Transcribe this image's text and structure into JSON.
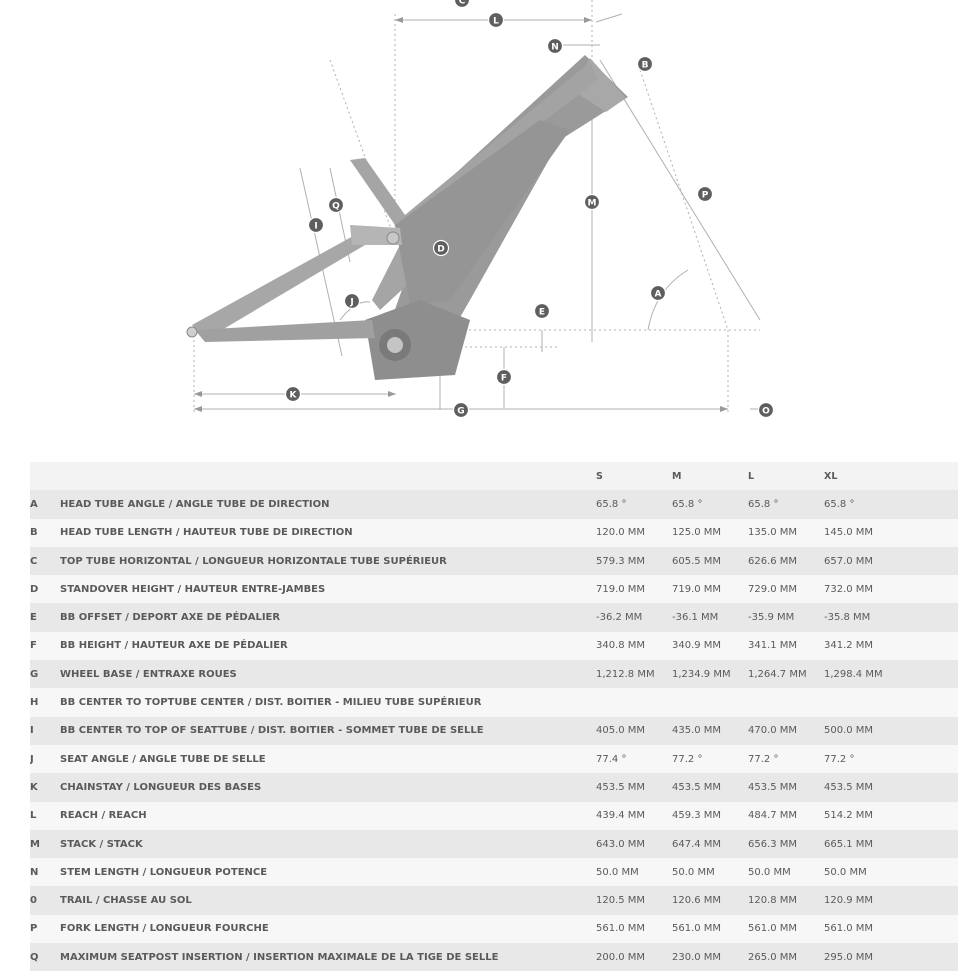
{
  "labels": [
    "A",
    "B",
    "C",
    "D",
    "E",
    "F",
    "G",
    "I",
    "J",
    "K",
    "L",
    "M",
    "N",
    "O",
    "P",
    "Q"
  ],
  "table": {
    "header": {
      "code": "",
      "description": "",
      "sizes": [
        "S",
        "M",
        "L",
        "XL"
      ]
    },
    "rows": [
      {
        "code": "A",
        "description": "HEAD TUBE ANGLE / ANGLE TUBE DE DIRECTION",
        "values": [
          "65.8 °",
          "65.8 °",
          "65.8 °",
          "65.8 °"
        ]
      },
      {
        "code": "B",
        "description": "HEAD TUBE LENGTH / HAUTEUR TUBE DE DIRECTION",
        "values": [
          "120.0 MM",
          "125.0 MM",
          "135.0 MM",
          "145.0 MM"
        ]
      },
      {
        "code": "C",
        "description": "TOP TUBE HORIZONTAL / LONGUEUR HORIZONTALE TUBE SUPÉRIEUR",
        "values": [
          "579.3 MM",
          "605.5 MM",
          "626.6 MM",
          "657.0 MM"
        ]
      },
      {
        "code": "D",
        "description": "STANDOVER HEIGHT / HAUTEUR ENTRE-JAMBES",
        "values": [
          "719.0 MM",
          "719.0 MM",
          "729.0 MM",
          "732.0 MM"
        ]
      },
      {
        "code": "E",
        "description": "BB OFFSET / DEPORT AXE DE PÉDALIER",
        "values": [
          "-36.2 MM",
          "-36.1 MM",
          "-35.9 MM",
          "-35.8 MM"
        ]
      },
      {
        "code": "F",
        "description": "BB HEIGHT / HAUTEUR AXE DE PÉDALIER",
        "values": [
          "340.8 MM",
          "340.9 MM",
          "341.1 MM",
          "341.2 MM"
        ]
      },
      {
        "code": "G",
        "description": "WHEEL BASE / ENTRAXE ROUES",
        "values": [
          "1,212.8 MM",
          "1,234.9 MM",
          "1,264.7 MM",
          "1,298.4 MM"
        ]
      },
      {
        "code": "H",
        "description": "BB CENTER TO TOPTUBE CENTER / DIST. BOITIER - MILIEU TUBE SUPÉRIEUR",
        "values": [
          "",
          "",
          "",
          ""
        ]
      },
      {
        "code": "I",
        "description": "BB CENTER TO TOP OF SEATTUBE / DIST. BOITIER - SOMMET TUBE DE SELLE",
        "values": [
          "405.0 MM",
          "435.0 MM",
          "470.0 MM",
          "500.0 MM"
        ]
      },
      {
        "code": "J",
        "description": "SEAT ANGLE / ANGLE TUBE DE SELLE",
        "values": [
          "77.4 °",
          "77.2 °",
          "77.2 °",
          "77.2 °"
        ]
      },
      {
        "code": "K",
        "description": "CHAINSTAY / LONGUEUR DES BASES",
        "values": [
          "453.5 MM",
          "453.5 MM",
          "453.5 MM",
          "453.5 MM"
        ]
      },
      {
        "code": "L",
        "description": "REACH / REACH",
        "values": [
          "439.4 MM",
          "459.3 MM",
          "484.7 MM",
          "514.2 MM"
        ]
      },
      {
        "code": "M",
        "description": "STACK / STACK",
        "values": [
          "643.0 MM",
          "647.4 MM",
          "656.3 MM",
          "665.1 MM"
        ]
      },
      {
        "code": "N",
        "description": "STEM LENGTH / LONGUEUR POTENCE",
        "values": [
          "50.0 MM",
          "50.0 MM",
          "50.0 MM",
          "50.0 MM"
        ]
      },
      {
        "code": "0",
        "description": "TRAIL / CHASSE AU SOL",
        "values": [
          "120.5 MM",
          "120.6 MM",
          "120.8 MM",
          "120.9 MM"
        ]
      },
      {
        "code": "P",
        "description": "FORK LENGTH / LONGUEUR FOURCHE",
        "values": [
          "561.0 MM",
          "561.0 MM",
          "561.0 MM",
          "561.0 MM"
        ]
      },
      {
        "code": "Q",
        "description": "MAXIMUM SEATPOST INSERTION / INSERTION MAXIMALE DE LA TIGE DE SELLE",
        "values": [
          "200.0 MM",
          "230.0 MM",
          "265.0 MM",
          "295.0 MM"
        ]
      }
    ]
  }
}
